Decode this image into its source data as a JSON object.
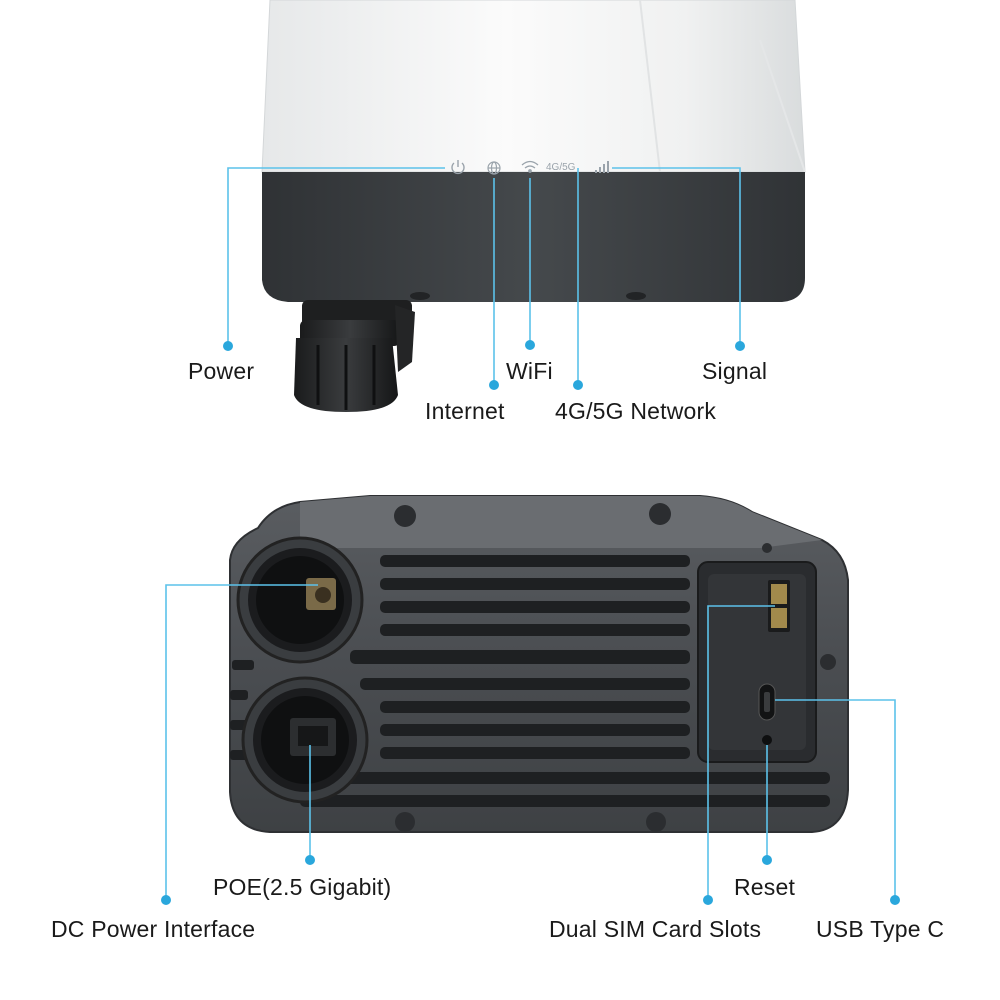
{
  "image": {
    "description_colors": {
      "callout_line": "#5cc2ea",
      "device_white": "#f2f3f3",
      "device_dark": "#3c3f42",
      "bottom_metal": "#4a4d51",
      "label_text": "#1a1a1a"
    }
  },
  "top_view": {
    "led_labels": {
      "network": "4G/5G"
    },
    "icons": [
      "power-icon",
      "globe-icon",
      "wifi-icon",
      "signal-bars-icon"
    ],
    "callouts": {
      "power": "Power",
      "internet": "Internet",
      "wifi": "WiFi",
      "network": "4G/5G Network",
      "signal": "Signal"
    }
  },
  "bottom_view": {
    "callouts": {
      "dc_power": "DC Power Interface",
      "poe": "POE(2.5 Gigabit)",
      "reset": "Reset",
      "sim": "Dual SIM Card Slots",
      "usb": "USB Type C"
    }
  }
}
